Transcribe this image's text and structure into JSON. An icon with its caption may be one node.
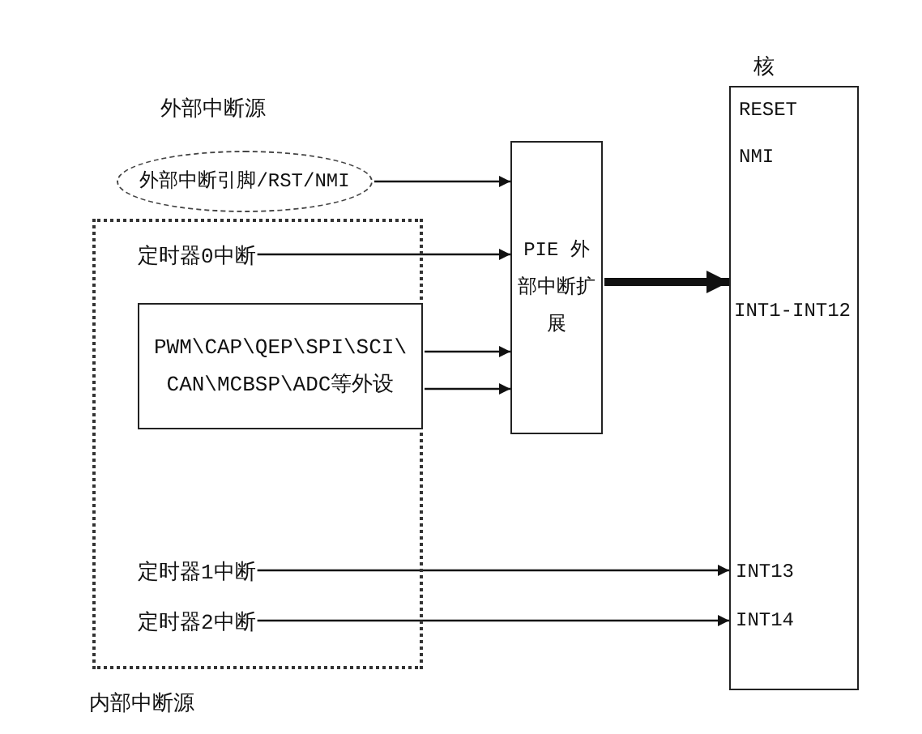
{
  "diagram": {
    "nodes": [
      {
        "text": [
          "外部中断源",
          "外部中断引脚/RST/NMI"
        ]
      },
      {
        "text": [
          "内部中断源"
        ]
      },
      {
        "text": [
          "定时器0中断"
        ],
        "in": 1
      },
      {
        "text": [
          "PWM\\CAP\\QEP\\SPI\\SCI\\ CAN\\MCBSP\\ADC等外设"
        ],
        "in": 1
      },
      {
        "text": [
          "定时器1中断"
        ],
        "in": 1
      },
      {
        "text": [
          "定时器2中断"
        ],
        "in": 1
      },
      {
        "text": [
          "PIE 外部中断扩展"
        ]
      },
      {
        "text": [
          "核"
        ]
      }
    ],
    "edges": [
      {
        "from": 0,
        "to": 6,
        "arrow": "to"
      },
      {
        "from": 2,
        "to": 6,
        "arrow": "to"
      },
      {
        "from": 3,
        "to": 6,
        "arrow": "to"
      },
      {
        "from": 3,
        "to": 6,
        "arrow": "to"
      },
      {
        "from": 6,
        "to": 7,
        "arrow": "to",
        "style": "thick"
      },
      {
        "from": 4,
        "to": 7,
        "arrow": "to"
      },
      {
        "from": 5,
        "to": 7,
        "arrow": "to"
      }
    ],
    "labels": [
      "RESET",
      "NMI",
      "INT1-INT12",
      "INT13",
      "INT14"
    ]
  }
}
